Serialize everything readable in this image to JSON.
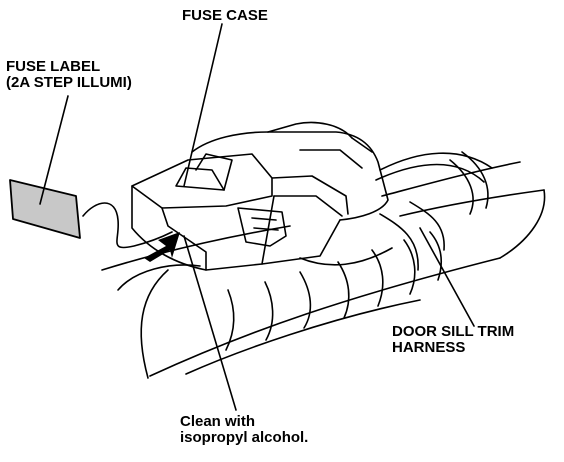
{
  "labels": {
    "fuse_case": "FUSE CASE",
    "fuse_label_line1": "FUSE LABEL",
    "fuse_label_line2": "(2A STEP ILLUMI)",
    "harness_line1": "DOOR SILL TRIM",
    "harness_line2": "HARNESS",
    "clean_line1": "Clean with",
    "clean_line2": "isopropyl alcohol."
  },
  "colors": {
    "ink": "#000000",
    "label_fill": "#c8c8c8",
    "background": "#ffffff"
  }
}
